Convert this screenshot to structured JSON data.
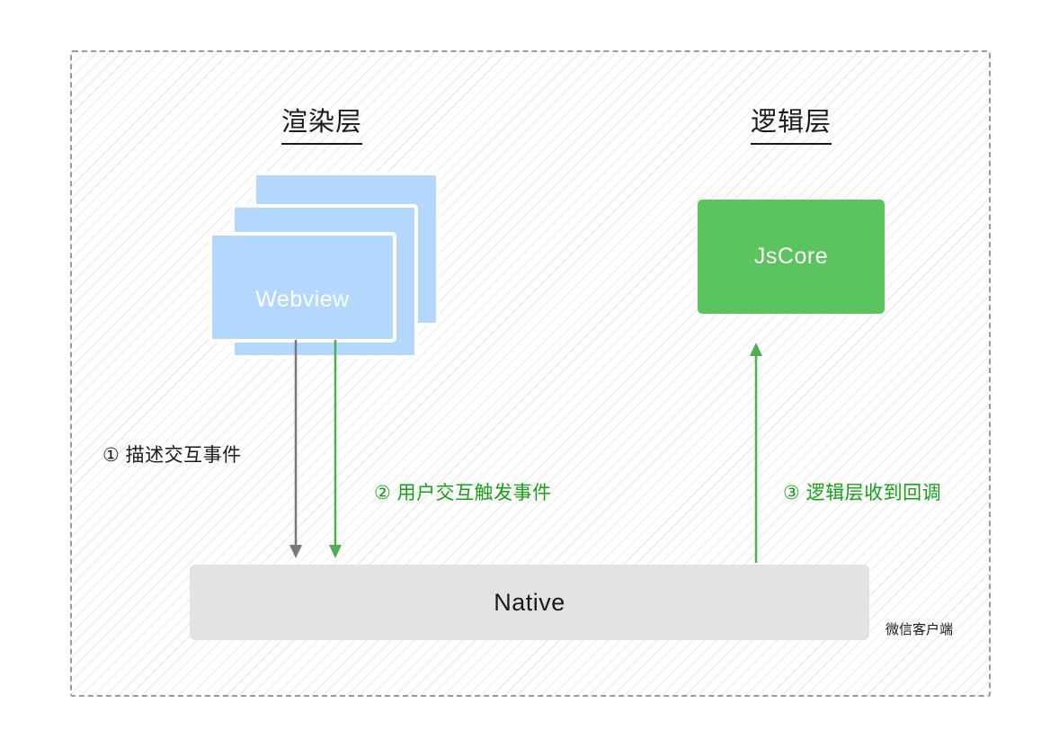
{
  "diagram": {
    "container_label": "微信客户端",
    "columns": [
      {
        "name": "render-layer",
        "title": "渲染层"
      },
      {
        "name": "logic-layer",
        "title": "逻辑层"
      }
    ],
    "nodes": {
      "webview": {
        "label": "Webview",
        "stack_count": 3,
        "color": "#b4d8fd"
      },
      "jscore": {
        "label": "JsCore",
        "color": "#5cc45e"
      },
      "native": {
        "label": "Native",
        "color": "#e3e3e3"
      }
    },
    "steps": [
      {
        "marker": "①",
        "text": "① 描述交互事件",
        "color": "#1a1a1a",
        "direction": "down"
      },
      {
        "marker": "②",
        "text": "② 用户交互触发事件",
        "color": "#16a018",
        "direction": "down"
      },
      {
        "marker": "③",
        "text": "③ 逻辑层收到回调",
        "color": "#16a018",
        "direction": "up"
      }
    ],
    "colors": {
      "webview_fill": "#b4d8fd",
      "jscore_fill": "#5cc45e",
      "native_fill": "#e3e3e3",
      "arrow_gray": "#787878",
      "arrow_green": "#4caf50",
      "border_dashed": "#9a9a9a",
      "hatch": "#ebebeb"
    }
  }
}
